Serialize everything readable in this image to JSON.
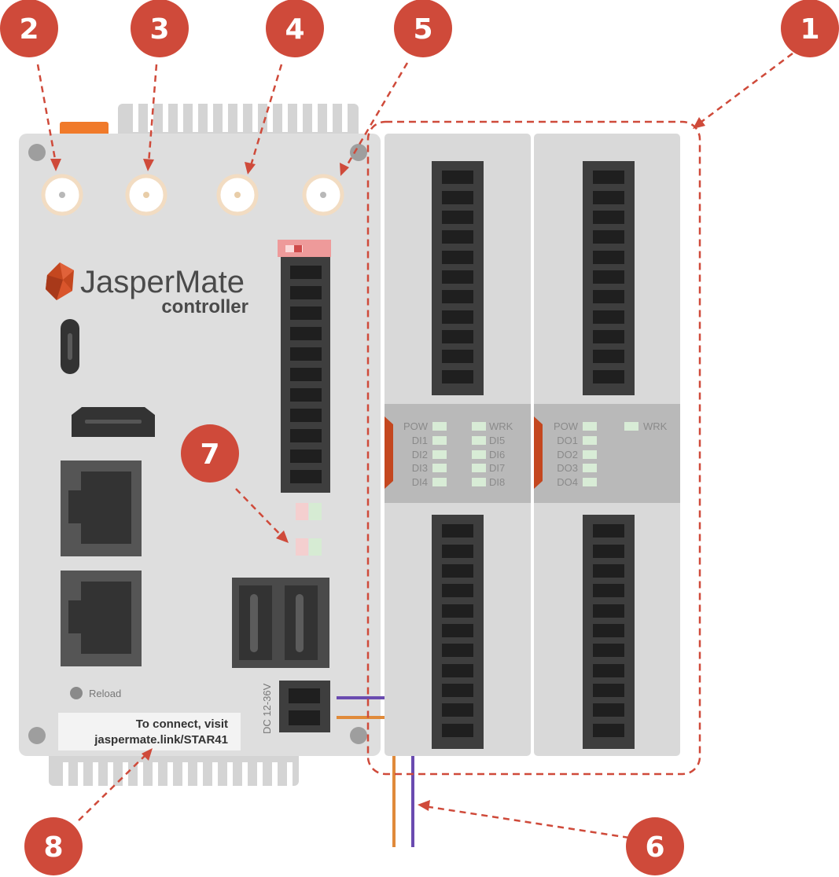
{
  "brand": {
    "name": "JasperMate",
    "subtitle": "controller"
  },
  "device": {
    "reload_label": "Reload",
    "power_label": "DC 12-36V",
    "connect_line1": "To connect, visit",
    "connect_line2": "jaspermate.link/STAR41"
  },
  "module_di": {
    "left_labels": [
      "POW",
      "DI1",
      "DI2",
      "DI3",
      "DI4"
    ],
    "right_labels": [
      "WRK",
      "DI5",
      "DI6",
      "DI7",
      "DI8"
    ]
  },
  "module_do": {
    "left_labels": [
      "POW",
      "DO1",
      "DO2",
      "DO3",
      "DO4"
    ],
    "right_labels": [
      "WRK"
    ]
  },
  "callouts": [
    "1",
    "2",
    "3",
    "4",
    "5",
    "6",
    "7",
    "8"
  ],
  "colors": {
    "callout": "#cf4a3a",
    "device_body": "#dcdcdc",
    "module_body": "#d8d8d8",
    "terminal": "#3e3e3e",
    "led_green": "#d8ecd6",
    "led_red": "#f1c9c9",
    "wire_purple": "#6a4bb0",
    "wire_orange": "#e08a3a",
    "accent_orange": "#f07a2a"
  }
}
